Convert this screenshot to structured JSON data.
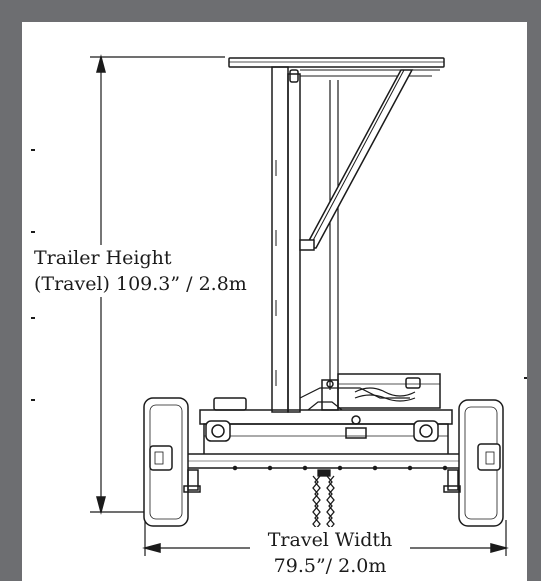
{
  "labels": {
    "height_line1": "Trailer Height",
    "height_line2": "(Travel) 109.3” / 2.8m",
    "width_line1": "Travel Width",
    "width_line2": "79.5”/ 2.0m"
  },
  "colors": {
    "frame": "#6d6e71",
    "line": "#1b1b1b"
  }
}
